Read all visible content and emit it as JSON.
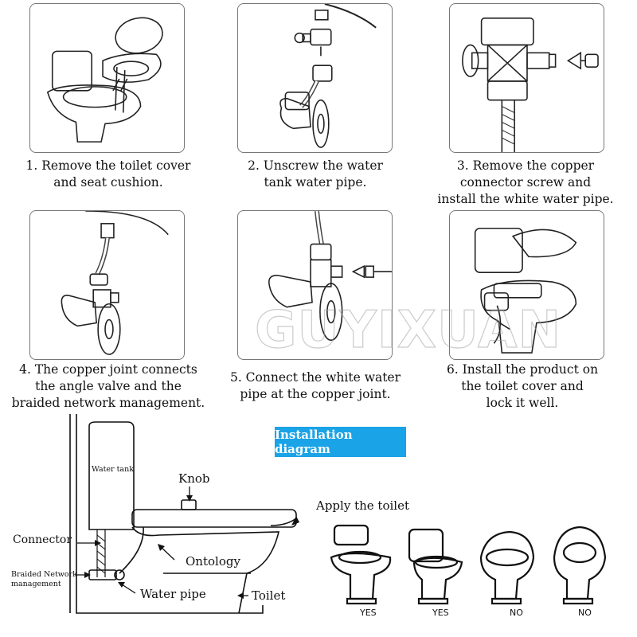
{
  "steps": [
    {
      "caption": "1. Remove the toilet cover\nand seat cushion."
    },
    {
      "caption": "2. Unscrew the water\ntank water pipe."
    },
    {
      "caption": "3. Remove the copper\nconnector screw and\ninstall the white water pipe."
    },
    {
      "caption": "4. The copper joint connects\nthe angle valve and the\nbraided network management."
    },
    {
      "caption": "5. Connect the white water\npipe at the copper joint."
    },
    {
      "caption": "6. Install the product on\nthe toilet cover and\nlock it well."
    }
  ],
  "watermark": "GUYIXUAN",
  "badge": "Installation diagram",
  "diagram_labels": {
    "water_tank": "Water tank",
    "knob": "Knob",
    "connector": "Connector",
    "braided_network": "Braided Network\nmanagement",
    "ontology": "Ontology",
    "water_pipe": "Water pipe",
    "toilet": "Toilet"
  },
  "apply": {
    "title": "Apply the toilet",
    "verdicts": [
      "YES",
      "YES",
      "NO",
      "NO"
    ]
  },
  "colors": {
    "badge": "#1aa3e6"
  }
}
